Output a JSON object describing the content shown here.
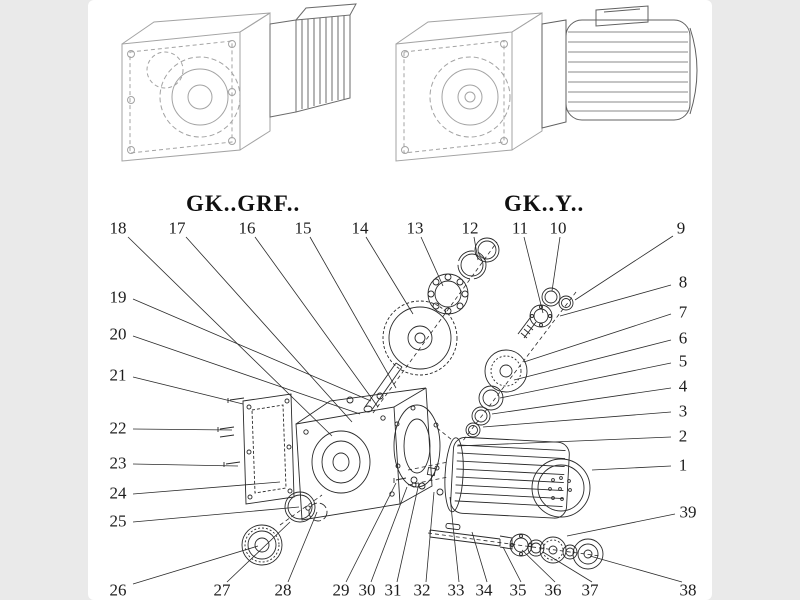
{
  "models": {
    "left": "GK..GRF..",
    "right": "GK..Y.."
  },
  "callouts": {
    "1": "1",
    "2": "2",
    "3": "3",
    "4": "4",
    "5": "5",
    "6": "6",
    "7": "7",
    "8": "8",
    "9": "9",
    "10": "10",
    "11": "11",
    "12": "12",
    "13": "13",
    "14": "14",
    "15": "15",
    "16": "16",
    "17": "17",
    "18": "18",
    "19": "19",
    "20": "20",
    "21": "21",
    "22": "22",
    "23": "23",
    "24": "24",
    "25": "25",
    "26": "26",
    "27": "27",
    "28": "28",
    "29": "29",
    "30": "30",
    "31": "31",
    "32": "32",
    "33": "33",
    "34": "34",
    "35": "35",
    "36": "36",
    "37": "37",
    "38": "38",
    "39": "39"
  },
  "colors": {
    "background": "#eaeaea",
    "panel": "#ffffff",
    "line_dark": "#222222",
    "line_light": "#a3a3a3"
  }
}
